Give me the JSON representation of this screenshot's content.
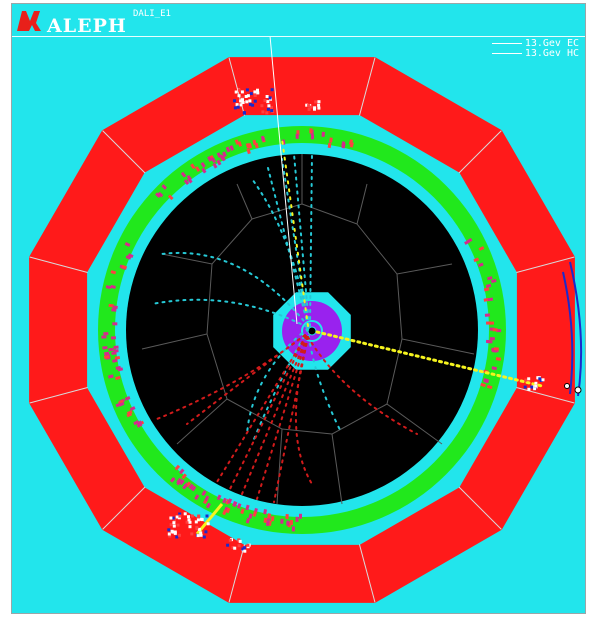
{
  "header": {
    "title": "ALEPH",
    "subtitle": "DALI_E1",
    "logo_icon": "aleph-logo-icon"
  },
  "legend": [
    {
      "label": "13.Gev EC"
    },
    {
      "label": "13.Gev HC"
    }
  ],
  "colors": {
    "background": "#22e5ec",
    "hadron_calorimeter": "#ff1a1a",
    "em_calorimeter": "#21e81c",
    "tracking_chamber": "#000000",
    "vertex_detector": "#9922ee",
    "tracks_cyan": "#26c9d6",
    "tracks_red": "#d11b1b",
    "tracks_yellow": "#f6f41e",
    "energy_deposits": "#d62a8c"
  }
}
